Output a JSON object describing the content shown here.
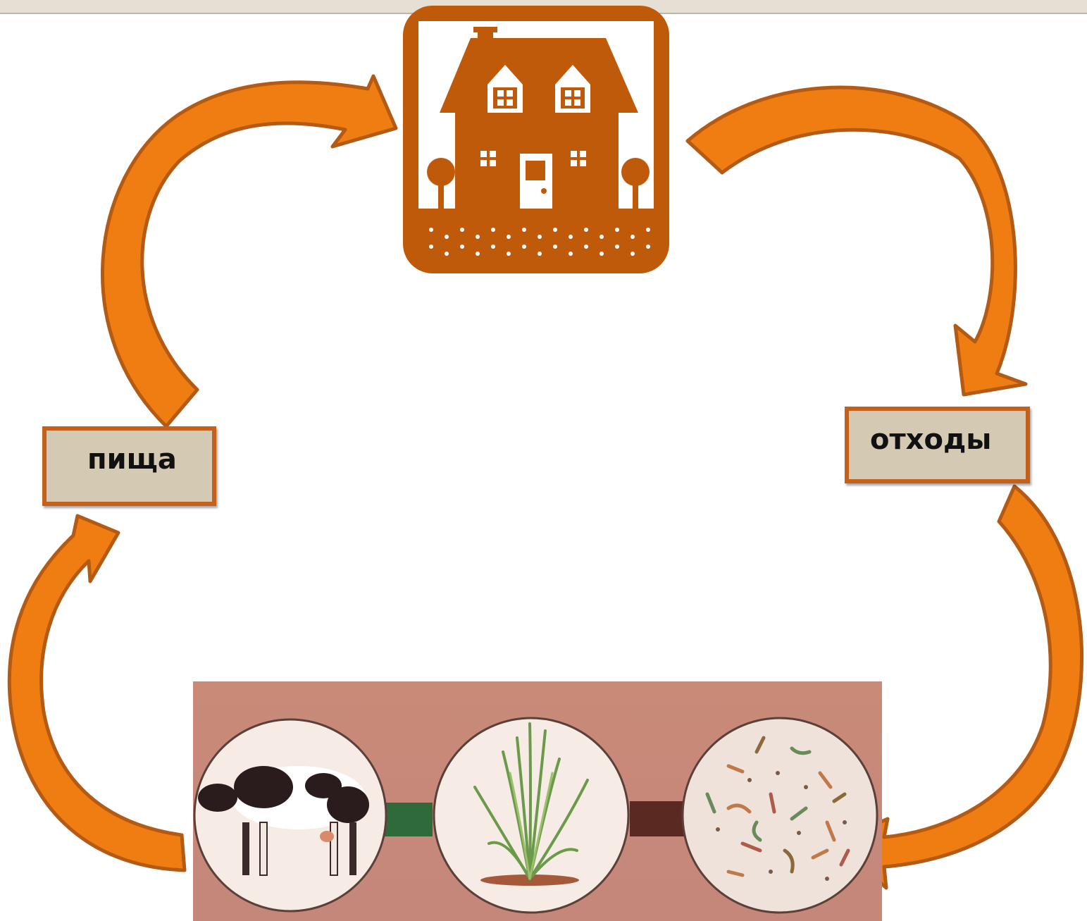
{
  "labels": {
    "food": "пища",
    "waste": "отходы"
  },
  "icons": {
    "house": "house-icon",
    "cow": "cow-illustration",
    "grass": "grass-illustration",
    "microbes": "microorganisms-illustration"
  },
  "colors": {
    "house": "#c05a0b",
    "arrow_fill": "#ef7d12",
    "arrow_outline": "#b35a14",
    "label_fill": "#d4c9b3",
    "label_border": "#c4601a",
    "photo_background": "#c98a78"
  }
}
